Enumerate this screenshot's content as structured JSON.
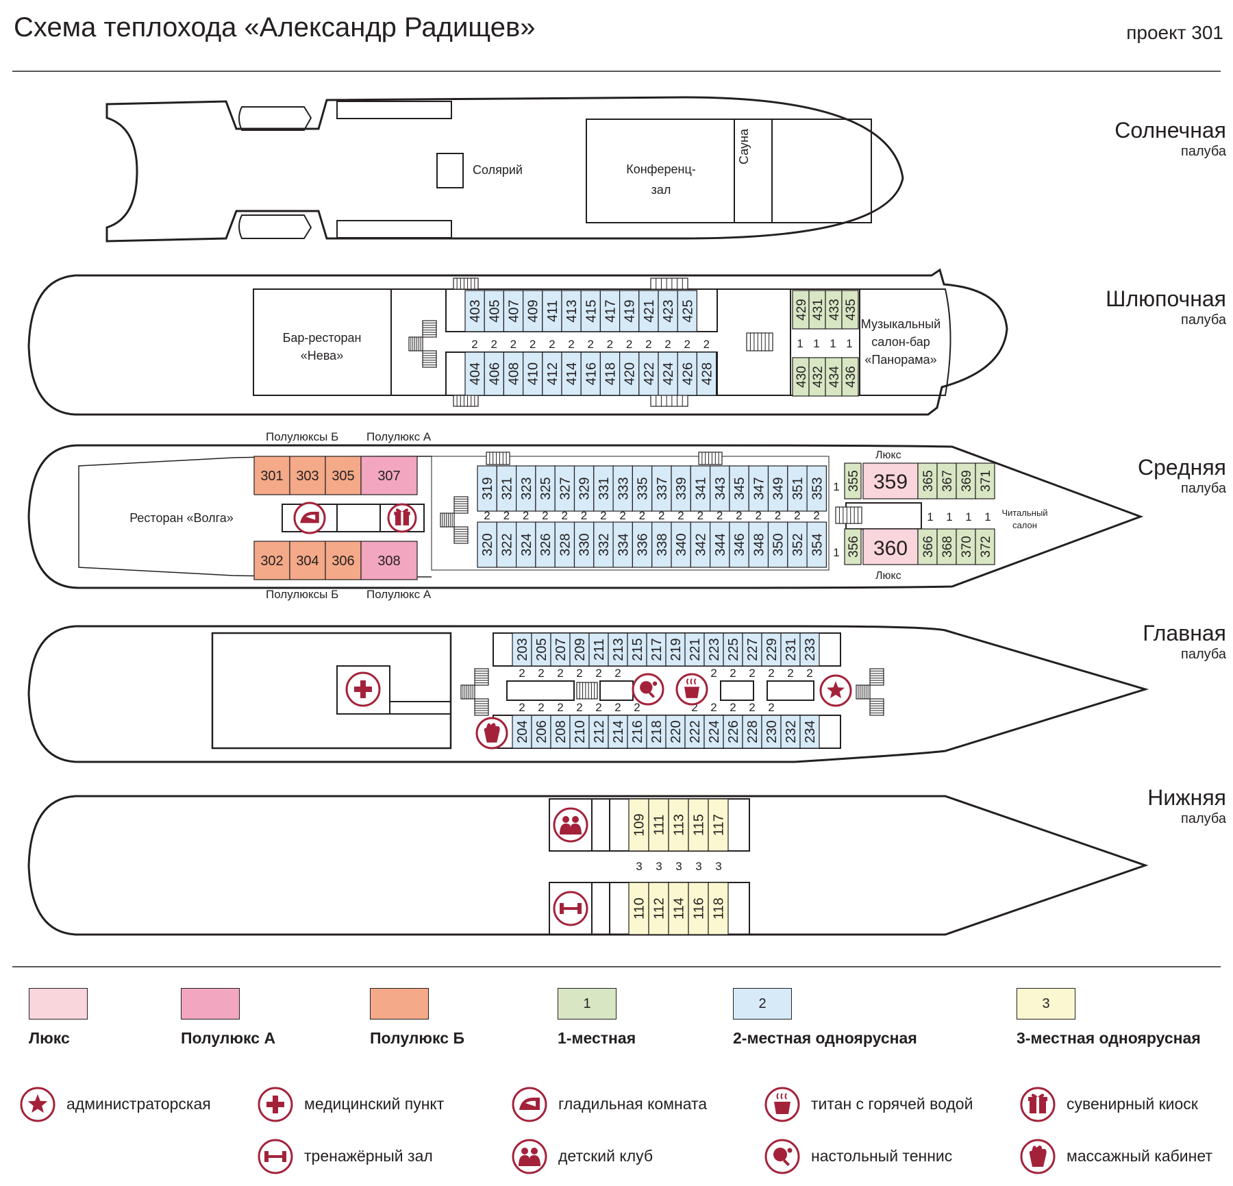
{
  "header": {
    "title": "Схема теплохода «Александр Радищев»",
    "project": "проект 301"
  },
  "decks": {
    "sun": {
      "name": "Солнечная",
      "sub": "палуба",
      "solarium": "Солярий",
      "conf1": "Конференц-",
      "conf2": "зал",
      "sauna": "Сауна"
    },
    "boat": {
      "name": "Шлюпочная",
      "sub": "палуба",
      "bar1": "Бар-ресторан",
      "bar2": "«Нева»",
      "music1": "Музыкальный",
      "music2": "салон-бар",
      "music3": "«Панорама»",
      "top_cabins": [
        "403",
        "405",
        "407",
        "409",
        "411",
        "413",
        "415",
        "417",
        "419",
        "421",
        "423",
        "425"
      ],
      "bottom_cabins": [
        "404",
        "406",
        "408",
        "410",
        "412",
        "414",
        "416",
        "418",
        "420",
        "422",
        "424",
        "426",
        "428"
      ],
      "single_top": [
        "429",
        "431",
        "433",
        "435"
      ],
      "single_bottom": [
        "430",
        "432",
        "434",
        "436"
      ],
      "mark2": "2",
      "mark1": "1"
    },
    "middle": {
      "name": "Средняя",
      "sub": "палуба",
      "restaurant": "Ресторан «Волга»",
      "semi_b": "Полулюксы Б",
      "semi_a": "Полулюкс А",
      "lux": "Люкс",
      "semi_b_top": [
        "301",
        "303",
        "305"
      ],
      "semi_a_top": "307",
      "semi_b_bottom": [
        "302",
        "304",
        "306"
      ],
      "semi_a_bottom": "308",
      "top_cabins": [
        "319",
        "321",
        "323",
        "325",
        "327",
        "329",
        "331",
        "333",
        "335",
        "337",
        "339",
        "341",
        "343",
        "345",
        "347",
        "349",
        "351",
        "353"
      ],
      "bottom_cabins": [
        "320",
        "322",
        "324",
        "326",
        "328",
        "330",
        "332",
        "334",
        "336",
        "338",
        "340",
        "342",
        "344",
        "346",
        "348",
        "350",
        "352",
        "354"
      ],
      "single_top": "355",
      "single_bottom": "356",
      "lux_top": "359",
      "lux_bottom": "360",
      "bow_top": [
        "365",
        "367",
        "369",
        "371"
      ],
      "bow_bottom": [
        "366",
        "368",
        "370",
        "372"
      ],
      "reading1": "Читальный",
      "reading2": "салон",
      "mark2": "2",
      "mark1": "1"
    },
    "main": {
      "name": "Главная",
      "sub": "палуба",
      "top_cabins": [
        "203",
        "205",
        "207",
        "209",
        "211",
        "213",
        "215",
        "217",
        "219",
        "221",
        "223",
        "225",
        "227",
        "229",
        "231",
        "233"
      ],
      "bottom_cabins": [
        "204",
        "206",
        "208",
        "210",
        "212",
        "214",
        "216",
        "218",
        "220",
        "222",
        "224",
        "226",
        "228",
        "230",
        "232",
        "234"
      ],
      "mark2": "2"
    },
    "lower": {
      "name": "Нижняя",
      "sub": "палуба",
      "top_cabins": [
        "109",
        "111",
        "113",
        "115",
        "117"
      ],
      "bottom_cabins": [
        "110",
        "112",
        "114",
        "116",
        "118"
      ],
      "mark3": "3"
    }
  },
  "legend": {
    "categories": [
      {
        "label": "Люкс",
        "box": "",
        "color": "#f9d5dc"
      },
      {
        "label": "Полулюкс А",
        "box": "",
        "color": "#f2a6c0"
      },
      {
        "label": "Полулюкс Б",
        "box": "",
        "color": "#f4a988"
      },
      {
        "label": "1-местная",
        "box": "1",
        "color": "#d8e6c4"
      },
      {
        "label": "2-местная одноярусная",
        "box": "2",
        "color": "#d6eaf8"
      },
      {
        "label": "3-местная одноярусная",
        "box": "3",
        "color": "#fbf7d0"
      }
    ],
    "amenities": [
      {
        "label": "администраторская",
        "icon": "star-icon"
      },
      {
        "label": "медицинский пункт",
        "icon": "medical-cross-icon"
      },
      {
        "label": "гладильная комната",
        "icon": "iron-icon"
      },
      {
        "label": "титан с горячей водой",
        "icon": "hot-water-icon"
      },
      {
        "label": "сувенирный киоск",
        "icon": "gift-icon"
      },
      {
        "label": "тренажёрный зал",
        "icon": "dumbbell-icon"
      },
      {
        "label": "детский клуб",
        "icon": "kids-club-icon"
      },
      {
        "label": "настольный теннис",
        "icon": "table-tennis-icon"
      },
      {
        "label": "массажный кабинет",
        "icon": "massage-hand-icon"
      }
    ]
  },
  "colors": {
    "lux": "#f9d5dc",
    "semi_a": "#f2a6c0",
    "semi_b": "#f4a988",
    "single": "#d8e6c4",
    "double": "#d6eaf8",
    "triple": "#fbf7d0",
    "icon": "#a3223a"
  }
}
